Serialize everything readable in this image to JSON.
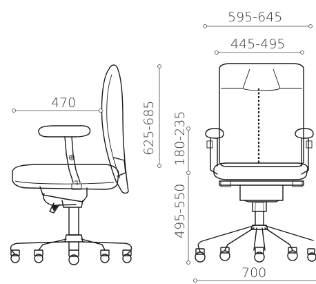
{
  "dimensions": {
    "overall_width": "595-645",
    "back_width": "445-495",
    "depth": "470",
    "back_height": "625-685",
    "armrest_height": "180-235",
    "seat_height": "495-550",
    "base_width": "700"
  },
  "colors": {
    "line": "#1a1a1a",
    "text": "#333333",
    "background": "#ffffff"
  }
}
